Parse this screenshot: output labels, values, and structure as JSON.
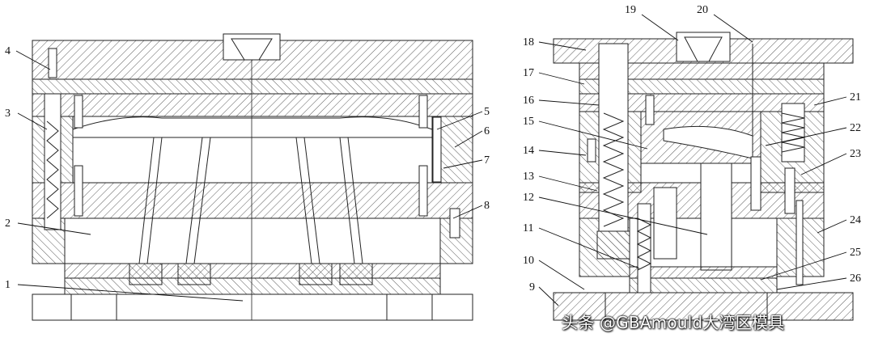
{
  "callouts_left": [
    "1",
    "2",
    "3",
    "4",
    "5",
    "6",
    "7",
    "8"
  ],
  "callouts_right": [
    "9",
    "10",
    "11",
    "12",
    "13",
    "14",
    "15",
    "16",
    "17",
    "18",
    "19",
    "20",
    "21",
    "22",
    "23",
    "24",
    "25",
    "26"
  ],
  "watermark": "头条 @GBAmould大湾区模具"
}
